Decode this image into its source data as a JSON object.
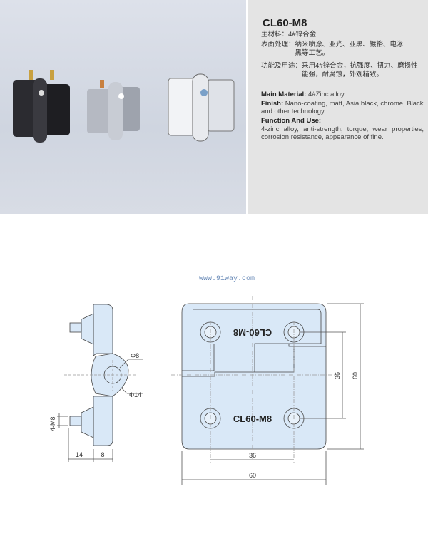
{
  "product": {
    "model": "CL60-M8",
    "cn": {
      "material_label": "主材料：",
      "material_value": "4#锌合金",
      "finish_label": "表面处理：",
      "finish_value": "纳米喷涂、亚光、亚黑、镀铬、电泳黑等工艺。",
      "function_label": "功能及用途：",
      "function_value": "采用4#锌合金，抗强度、扭力、磨损性能强，耐腐蚀，外观精致。"
    },
    "en": {
      "material_label": "Main Material:",
      "material_value": "4#Zinc alloy",
      "finish_label": "Finish:",
      "finish_value": "Nano-coating, matt, Asia black, chrome, Black and other technology.",
      "function_label": "Function And Use:",
      "function_value": "4-zinc alloy, anti-strength, torque, wear properties, corrosion resistance, appearance of fine."
    }
  },
  "photo": {
    "variants": [
      {
        "name": "black",
        "color": "#2a2a2e"
      },
      {
        "name": "silver",
        "color": "#b8bcc4"
      },
      {
        "name": "chrome",
        "color": "#e8eaee"
      }
    ]
  },
  "drawing": {
    "watermark": "www.91way.com",
    "plate_text": "CL60-M8",
    "side": {
      "dim_14": "14",
      "dim_8": "8",
      "phi8": "Φ8",
      "phi14": "Φ14",
      "thread": "4-M8"
    },
    "front": {
      "width": "60",
      "height": "60",
      "hole_x": "36",
      "hole_y": "36"
    },
    "fill_color": "#d9e8f7"
  }
}
